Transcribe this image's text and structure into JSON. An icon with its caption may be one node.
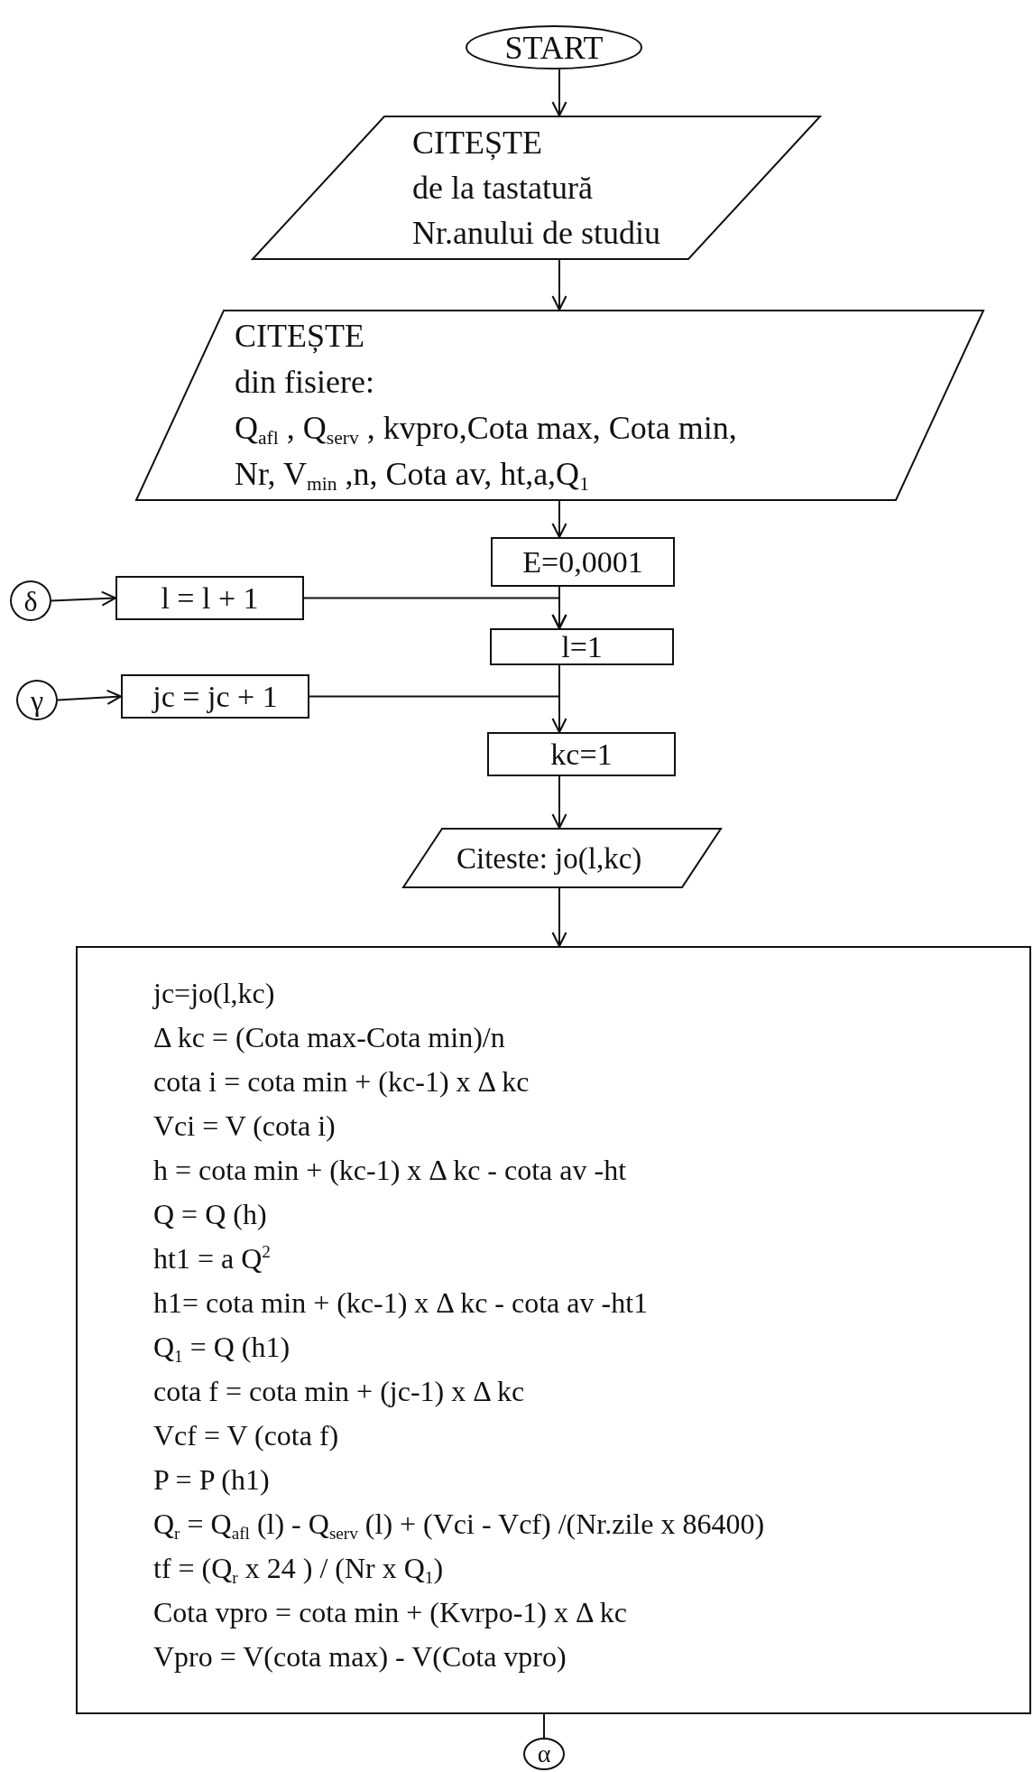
{
  "diagram": {
    "nodes": [
      {
        "text": [
          "START"
        ]
      },
      {
        "text": [
          "CITEȘTE",
          "de la tastatură",
          "Nr.anului de studiu"
        ]
      },
      {
        "text": [
          "CITEȘTE",
          "din fisiere:",
          "Q$_{afl}$ , Q$_{serv}$ , kvpro,Cota max, Cota min,",
          "Nr, V$_{min}$ ,n, Cota av, ht,a,Q$_{1}$"
        ]
      },
      {
        "text": [
          "E=0,0001"
        ]
      },
      {
        "text": [
          "δ"
        ]
      },
      {
        "text": [
          "l = l + 1"
        ]
      },
      {
        "text": [
          "l=1"
        ]
      },
      {
        "text": [
          "γ"
        ]
      },
      {
        "text": [
          "jc = jc + 1"
        ]
      },
      {
        "text": [
          "kc=1"
        ]
      },
      {
        "text": [
          "Citeste: jo(l,kc)"
        ]
      },
      {
        "text": [
          "jc=jo(l,kc)",
          "Δ kc = (Cota max-Cota min)/n",
          "cota i = cota min + (kc-1) x Δ kc",
          "Vci = V (cota i)",
          "h = cota min + (kc-1) x Δ kc - cota av -ht",
          "Q = Q (h)",
          "ht1 = a Q$^{2}$",
          "h1= cota min + (kc-1) x Δ kc - cota av -ht1",
          "Q$_{1}$ = Q (h1)",
          "cota f = cota min + (jc-1) x Δ kc",
          "Vcf = V (cota f)",
          "P = P (h1)",
          "Q$_{r}$ = Q$_{afl}$ (l) - Q$_{serv}$ (l) + (Vci - Vcf) /(Nr.zile x 86400)",
          "tf = (Q$_{r}$ x 24 ) / (Nr x Q$_{1}$)",
          "Cota vpro = cota min + (Kvrpo-1) x Δ kc",
          "Vpro = V(cota max) - V(Cota vpro)"
        ]
      },
      {
        "text": [
          "α"
        ]
      }
    ],
    "edges": [
      {
        "from": 0,
        "to": 1,
        "arrow": "to"
      },
      {
        "from": 1,
        "to": 2,
        "arrow": "to"
      },
      {
        "from": 2,
        "to": 3,
        "arrow": "to"
      },
      {
        "from": 3,
        "to": 6,
        "arrow": "to"
      },
      {
        "from": 4,
        "to": 5,
        "arrow": "to"
      },
      {
        "from": 5,
        "to": 6,
        "arrow": "to"
      },
      {
        "from": 7,
        "to": 8,
        "arrow": "to"
      },
      {
        "from": 8,
        "to": 9,
        "arrow": "to"
      },
      {
        "from": 6,
        "to": 9,
        "arrow": "none"
      },
      {
        "from": 9,
        "to": 10,
        "arrow": "to"
      },
      {
        "from": 10,
        "to": 11,
        "arrow": "to"
      },
      {
        "from": 11,
        "to": 12,
        "arrow": "none"
      }
    ]
  }
}
